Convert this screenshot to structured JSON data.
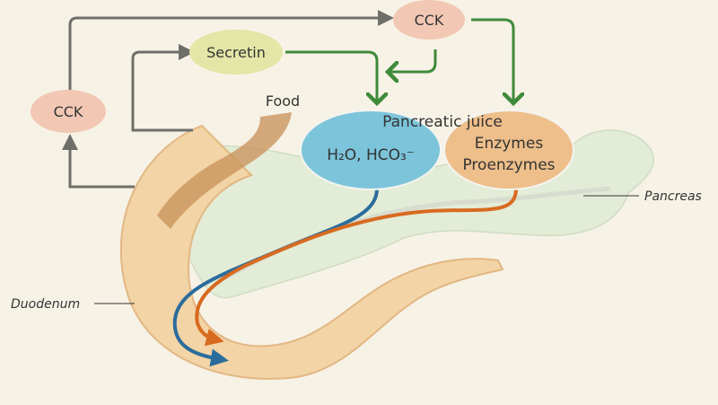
{
  "labels": {
    "cck_top": "CCK",
    "cck_left": "CCK",
    "secretin": "Secretin",
    "food": "Food",
    "pancreatic_juice": "Pancreatic juice",
    "water_bicarb": "H₂O, HCO₃⁻",
    "enzymes": "Enzymes",
    "proenzymes": "Proenzymes",
    "pancreas": "Pancreas",
    "duodenum": "Duodenum"
  },
  "colors": {
    "background": "#f7f2e6",
    "cck": "#f2c8b4",
    "secretin": "#e3e6a6",
    "water_bicarb": "#7cc4da",
    "enzymes": "#eebf8a",
    "pancreas": "#e3ecd6",
    "duodenum": "#f2d4a6",
    "green_arrow": "#3e8a3a",
    "gray_arrow": "#6f6f6a",
    "blue_flow": "#2a6c9c",
    "orange_flow": "#d86a20"
  }
}
